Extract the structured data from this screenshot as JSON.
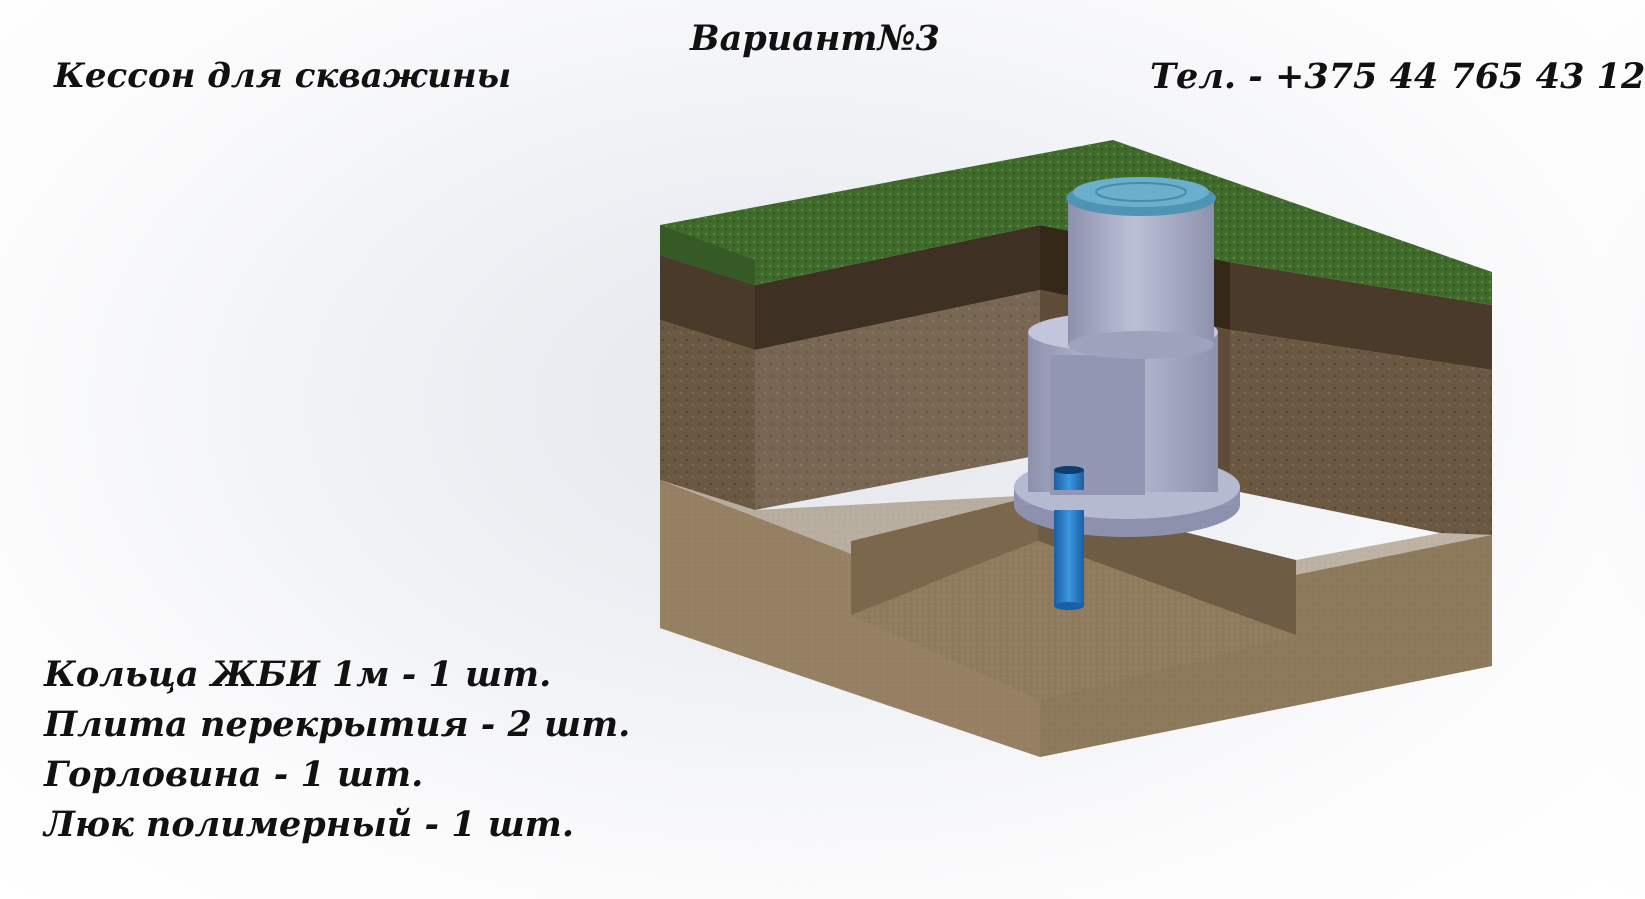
{
  "header": {
    "variant": "Вариант№3",
    "title": "Кессон для скважины",
    "phone": "Тел. - +375 44 765 43 12"
  },
  "parts_list": [
    "Кольца ЖБИ 1м - 1 шт.",
    "Плита перекрытия - 2 шт.",
    "Горловина - 1 шт.",
    "Люк полимерный - 1 шт."
  ],
  "colors": {
    "grass": "#3f6a2c",
    "topsoil": "#4a3a2a",
    "soil": "#6b5842",
    "sand": "#8f7b5d",
    "concrete": "#a9adc6",
    "hatch": "#6ab0cc",
    "pipe": "#1f78c8"
  }
}
